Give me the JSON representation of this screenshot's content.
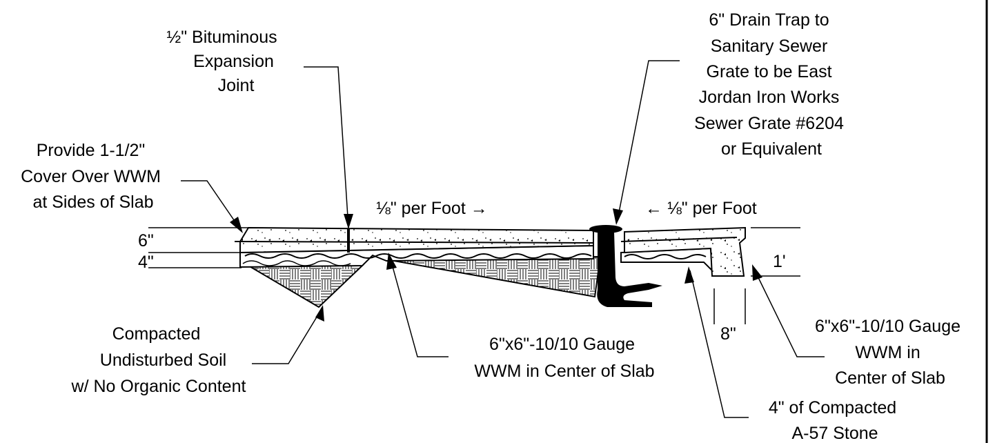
{
  "labels": {
    "expansion_joint": [
      "½\" Bituminous",
      "Expansion",
      "Joint"
    ],
    "drain_trap": [
      "6\" Drain Trap to",
      "Sanitary Sewer",
      "Grate to be East",
      "Jordan Iron Works",
      "Sewer Grate #6204",
      "or Equivalent"
    ],
    "cover": [
      "Provide 1-1/2\"",
      "Cover Over WWM",
      "at Sides of Slab"
    ],
    "slope_left": "⅛\" per Foot →",
    "slope_right": "← ⅛\" per Foot",
    "soil": [
      "Compacted",
      "Undisturbed Soil",
      "w/ No Organic Content"
    ],
    "wwm_center": [
      "6\"x6\"-10/10 Gauge",
      "WWM in Center of Slab"
    ],
    "wwm_right": [
      "6\"x6\"-10/10 Gauge",
      "WWM in",
      "Center of Slab"
    ],
    "stone": [
      "4\" of Compacted",
      "A-57 Stone"
    ]
  },
  "dimensions": {
    "slab_depth": "6\"",
    "stone_depth": "4\"",
    "edge_depth": "1'",
    "edge_width": "8\""
  }
}
